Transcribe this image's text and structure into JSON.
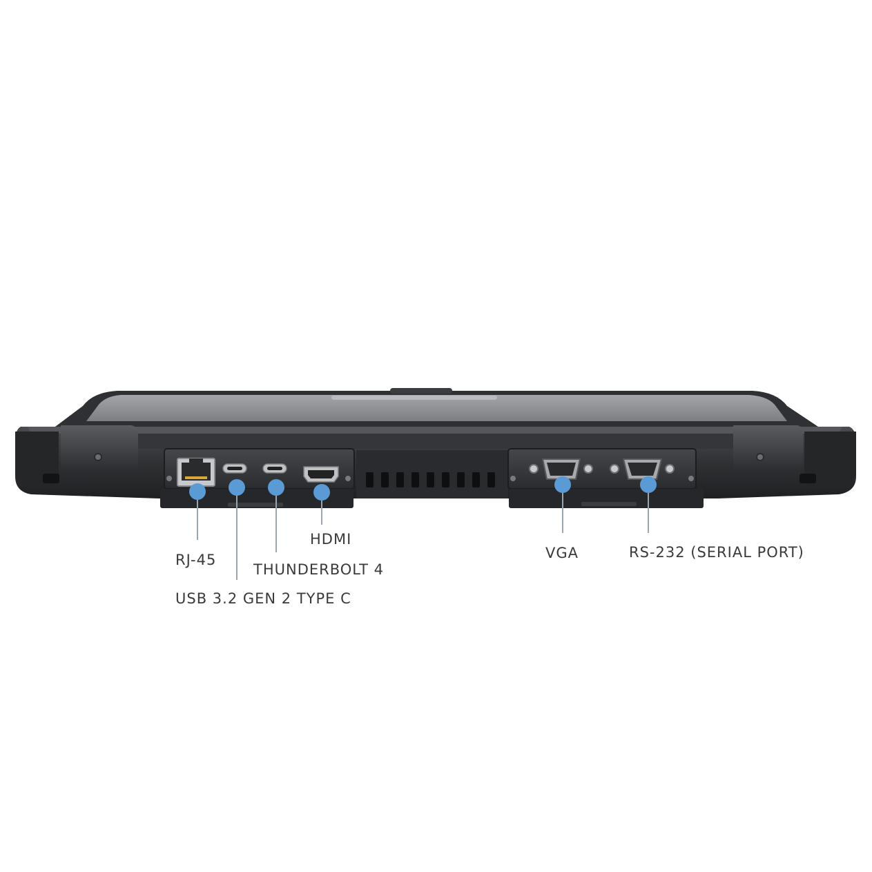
{
  "image": {
    "subject": "rugged-laptop-rear-ports",
    "colors": {
      "background": "#ffffff",
      "chassis": "#3b3d40",
      "lid": "#8d8f92",
      "callout_dot": "#5b9bd5",
      "callout_line": "#9aa6b2",
      "label": "#3a3a3a"
    }
  },
  "callouts": {
    "rj45": "RJ-45",
    "usb": "USB 3.2 GEN 2 TYPE C",
    "thunderbolt": "THUNDERBOLT 4",
    "hdmi": "HDMI",
    "vga": "VGA",
    "rs232": "RS-232 (SERIAL PORT)"
  }
}
